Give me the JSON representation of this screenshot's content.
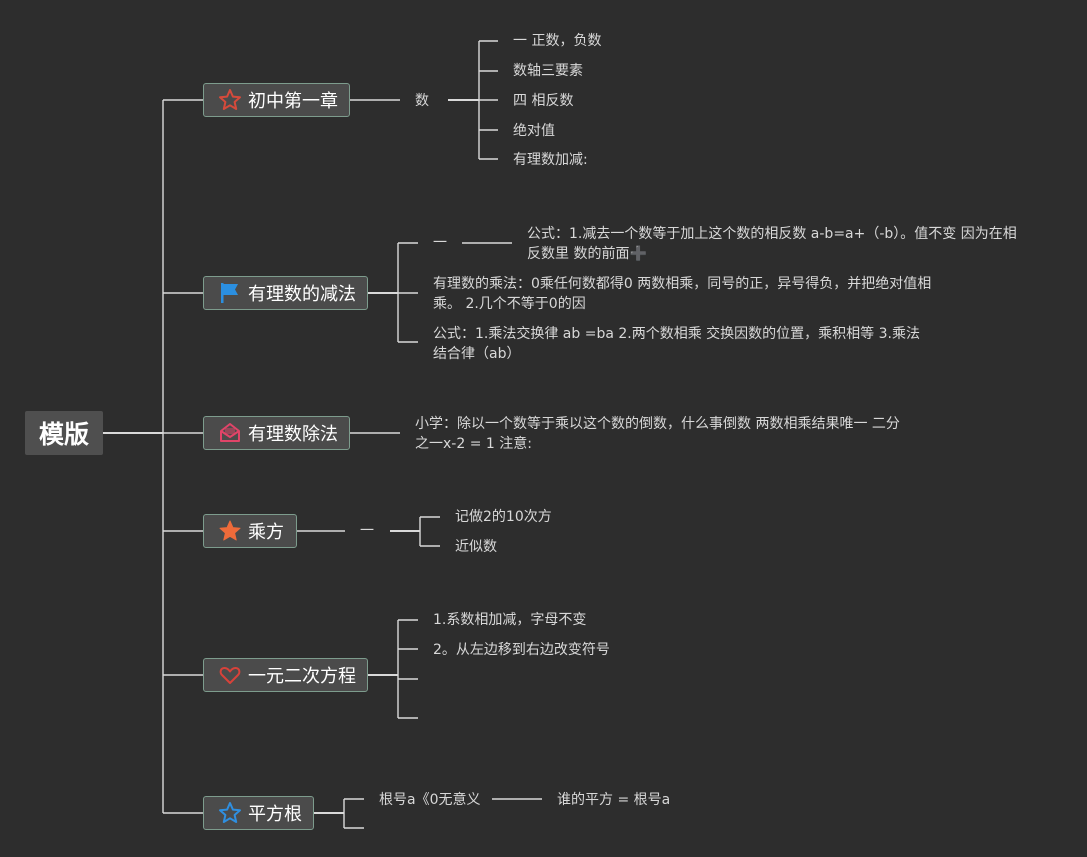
{
  "root": {
    "label": "模版"
  },
  "topics": [
    {
      "label": "初中第一章",
      "icon": "star-outline-icon"
    },
    {
      "label": "有理数的减法",
      "icon": "flag-icon"
    },
    {
      "label": "有理数除法",
      "icon": "mail-icon"
    },
    {
      "label": "乘方",
      "icon": "star-filled-icon"
    },
    {
      "label": "一元二次方程",
      "icon": "heart-icon"
    },
    {
      "label": "平方根",
      "icon": "star-outline-blue-icon"
    }
  ],
  "chapter1": {
    "mid": "数",
    "items": [
      "一 正数，负数",
      "数轴三要素",
      "四 相反数",
      "绝对值",
      "有理数加减:"
    ]
  },
  "subtraction": {
    "dash": "一",
    "formula": "公式：1.减去一个数等于加上这个数的相反数 a-b=a+（-b）。值不变 因为在相反数里 数的前面",
    "plus": "➕",
    "multiply_rule": "有理数的乘法：0乘任何数都得0 两数相乘，同号的正，异号得负，并把绝对值相乘。 2.几个不等于0的因",
    "multiply_law": "公式：1.乘法交换律 ab =ba 2.两个数相乘 交换因数的位置，乘积相等 3.乘法结合律（ab）"
  },
  "division": {
    "text": "小学：除以一个数等于乘以这个数的倒数，什么事倒数  两数相乘结果唯一 二分之一x-2 = 1 注意:"
  },
  "power": {
    "dash": "一",
    "items": [
      "记做2的10次方",
      "近似数"
    ]
  },
  "quadratic": {
    "items": [
      "1.系数相加减，字母不变",
      "2。从左边移到右边改变符号",
      "",
      ""
    ]
  },
  "sqrt": {
    "item1": "根号a《0无意义",
    "item2": "谁的平方 = 根号a"
  },
  "colors": {
    "background": "#2d2d2d",
    "line": "#d9d9d9",
    "star_red": "#d64a3b",
    "flag_blue": "#2b8fe0",
    "mail_pink": "#e04468",
    "star_orange": "#ef6b3a",
    "heart_red": "#d8423a",
    "star_blue": "#2f8fe0"
  }
}
